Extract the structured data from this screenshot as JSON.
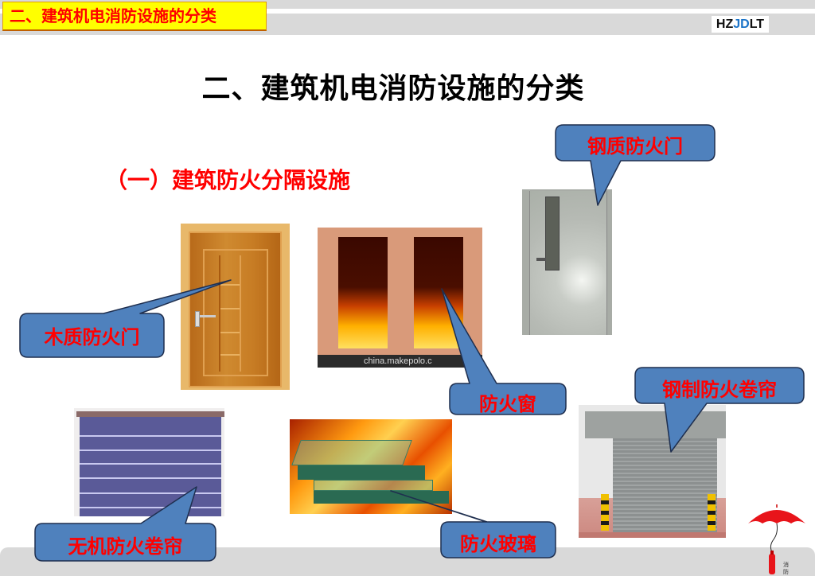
{
  "header": {
    "section_tag": "二、建筑机电消防设施的分类",
    "logo": {
      "part1": "HZ",
      "part2": "JD",
      "part3": "LT",
      "accent_color": "#1a73c8"
    }
  },
  "slide": {
    "title": "二、建筑机电消防设施的分类",
    "subtitle": "（一）建筑防火分隔设施",
    "title_color": "#000000",
    "subtitle_color": "#ff0000"
  },
  "items": [
    {
      "id": "wood-fire-door",
      "label": "木质防火门",
      "image_desc": "wooden door"
    },
    {
      "id": "fire-window",
      "label": "防火窗",
      "image_desc": "window with flames",
      "watermark": "china.makepolo.c"
    },
    {
      "id": "steel-fire-door",
      "label": "钢质防火门",
      "image_desc": "grey steel door"
    },
    {
      "id": "steel-rolling-shutter",
      "label": "钢制防火卷帘",
      "image_desc": "steel rolling shutter"
    },
    {
      "id": "inorganic-rolling-shutter",
      "label": "无机防火卷帘",
      "image_desc": "fabric rolling shutter"
    },
    {
      "id": "fire-glass",
      "label": "防火玻璃",
      "image_desc": "glass panes over flames"
    }
  ],
  "colors": {
    "callout_fill": "#4f81bd",
    "callout_stroke": "#1f2f4f",
    "callout_text": "#ff0000",
    "band": "#d9d9d9",
    "tag_bg": "#ffff00"
  },
  "footer": {
    "icon": "umbrella-extinguisher-icon"
  }
}
